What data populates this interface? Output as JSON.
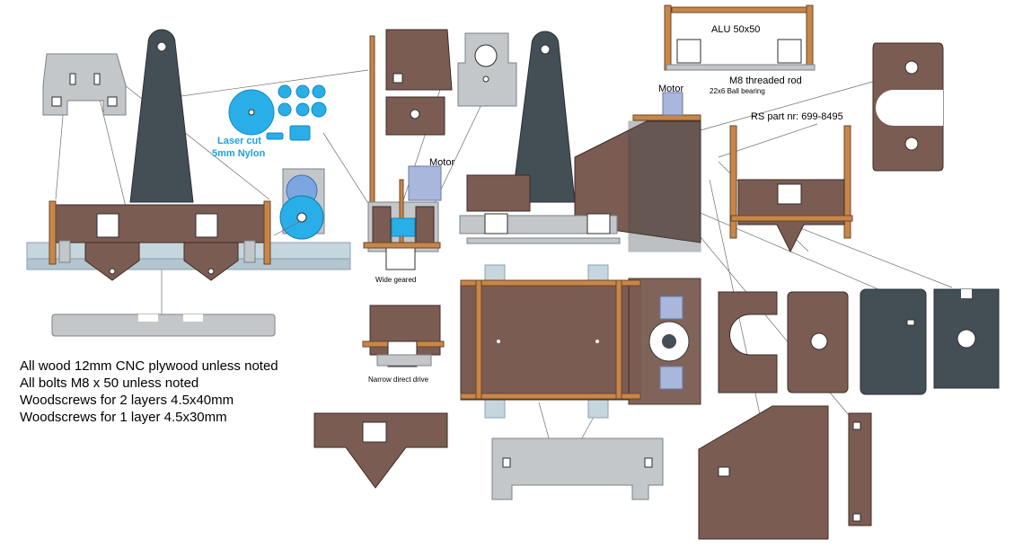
{
  "notes": [
    "All wood 12mm CNC plywood unless noted",
    "All bolts M8 x 50 unless noted",
    "Woodscrews for 2 layers 4.5x40mm",
    "Woodscrews for 1 layer  4.5x30mm"
  ],
  "labels": {
    "laser_cut": "Laser cut",
    "nylon": "5mm Nylon",
    "motor_left": "Motor",
    "motor_top": "Motor",
    "wide_geared": "Wide geared",
    "narrow_direct": "Narrow direct drive",
    "alu": "ALU 50x50",
    "threaded_rod": "M8 threaded rod",
    "ball_bearing": "22x6 Ball bearing",
    "rs_part": "RS part nr: 699-8495"
  },
  "colors": {
    "plywood": "#7a5c52",
    "dark_panel": "#444e55",
    "aluminium": "#c4c7ca",
    "wood_strip": "#c7864a",
    "nylon_gear": "#2aaee8",
    "motor": "#a9b7dc"
  }
}
